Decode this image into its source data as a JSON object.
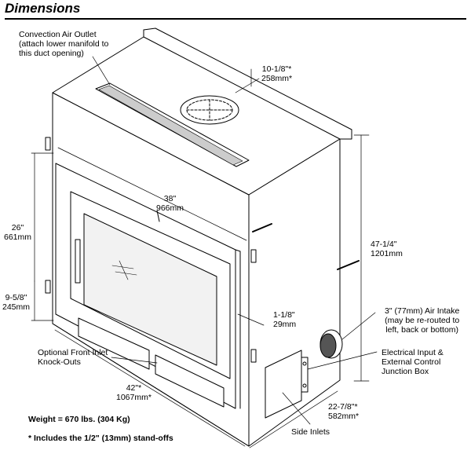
{
  "title": "Dimensions",
  "labels": {
    "convection": "Convection Air Outlet\n(attach lower manifold to\nthis duct opening)",
    "dim_top": "10-1/8\"*\n258mm*",
    "dim_width_inner": "38\"\n966mm",
    "dim_height_front": "26\"\n661mm",
    "dim_total_height": "47-1/4\"\n1201mm",
    "dim_lower": "9-5/8\"\n245mm",
    "dim_depth_small": "1-1/8\"\n29mm",
    "air_intake": "3\" (77mm) Air Intake\n(may be re-routed to\nleft, back or bottom)",
    "electrical": "Electrical Input &\nExternal Control\nJunction Box",
    "knockouts": "Optional Front Inlet\nKnock-Outs",
    "dim_width_total": "42\"*\n1067mm*",
    "dim_depth_total": "22-7/8\"*\n582mm*",
    "side_inlets": "Side Inlets",
    "weight": "Weight = 670 lbs. (304 Kg)",
    "footnote": "* Includes the 1/2\" (13mm) stand-offs"
  },
  "colors": {
    "line": "#000000",
    "paper": "#ffffff",
    "glass": "#f2f2f2"
  }
}
